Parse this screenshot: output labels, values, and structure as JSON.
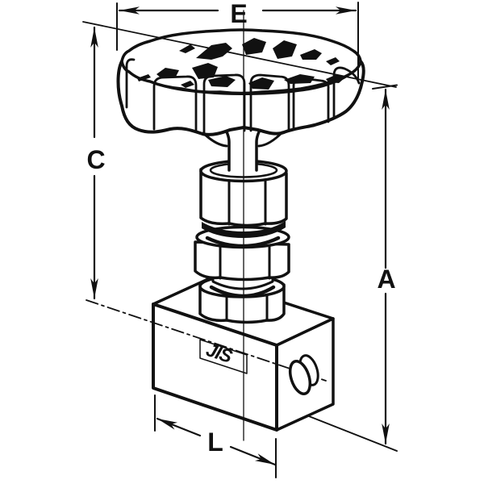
{
  "labels": {
    "e": "E",
    "c": "C",
    "a": "A",
    "l": "L"
  },
  "logo_text": "JIS",
  "colors": {
    "ink": "#111111",
    "paper": "#ffffff"
  }
}
